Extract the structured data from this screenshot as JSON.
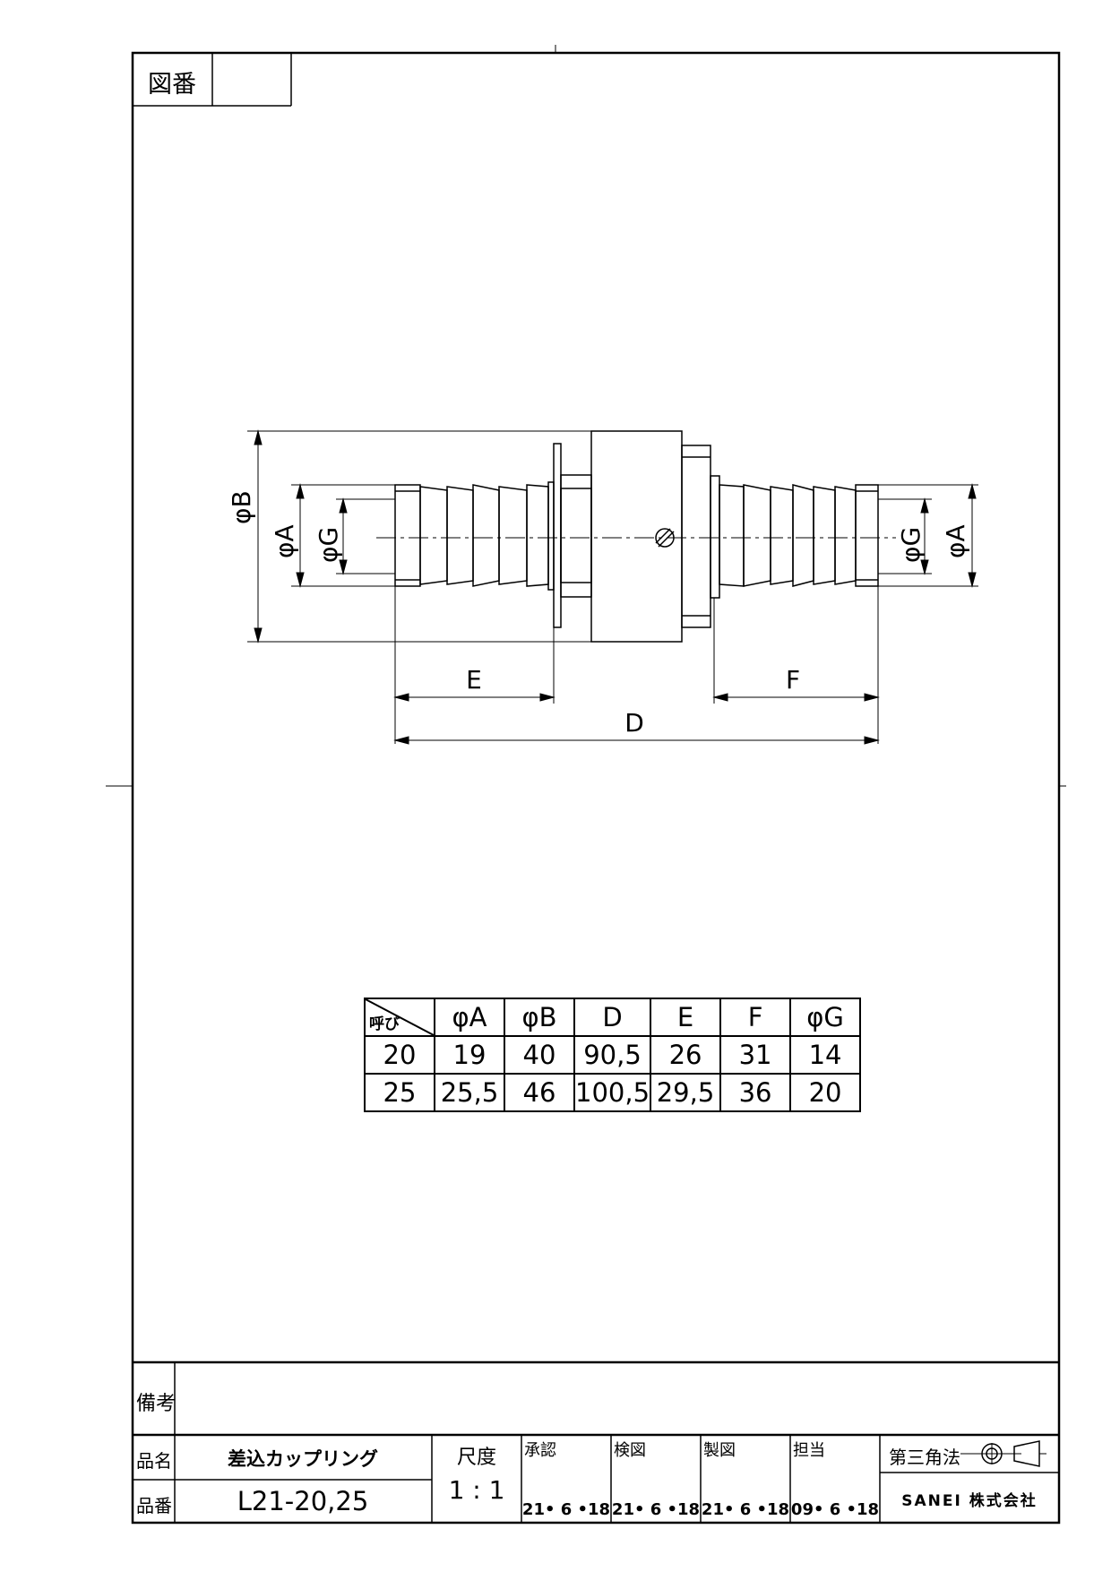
{
  "header_box": {
    "label": "図番",
    "value": ""
  },
  "drawing": {
    "dim_labels": {
      "B": "φB",
      "A_left": "φA",
      "G_left": "φG",
      "G_right": "φG",
      "A_right": "φA",
      "E": "E",
      "F": "F",
      "D": "D"
    }
  },
  "dimension_table": {
    "corner": "呼び",
    "headers": [
      "φA",
      "φB",
      "D",
      "E",
      "F",
      "φG"
    ],
    "rows": [
      {
        "size": "20",
        "values": [
          "19",
          "40",
          "90,5",
          "26",
          "31",
          "14"
        ]
      },
      {
        "size": "25",
        "values": [
          "25,5",
          "46",
          "100,5",
          "29,5",
          "36",
          "20"
        ]
      }
    ]
  },
  "title_block": {
    "remarks_label": "備考",
    "remarks_value": "",
    "name_label": "品名",
    "name_value": "差込カップリング",
    "number_label": "品番",
    "number_value": "L21-20,25",
    "scale_label": "尺度",
    "scale_value": "1 : 1",
    "signoffs": [
      {
        "label": "承認",
        "date": "21• 6 •18"
      },
      {
        "label": "検図",
        "date": "21• 6 •18"
      },
      {
        "label": "製図",
        "date": "21• 6 •18"
      },
      {
        "label": "担当",
        "date": "09• 6 •18"
      }
    ],
    "projection": "第三角法",
    "company": "SANEI 株式会社"
  }
}
